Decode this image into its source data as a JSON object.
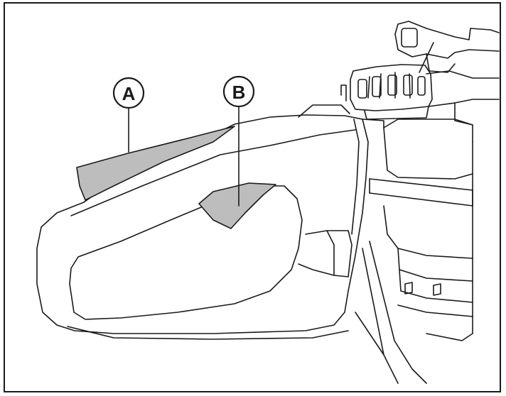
{
  "callouts": [
    {
      "id": "A",
      "label": "A"
    },
    {
      "id": "B",
      "label": "B"
    }
  ],
  "colors": {
    "line": "#1a1a1a",
    "highlight_fill": "#bdbdbd",
    "background": "#ffffff"
  }
}
